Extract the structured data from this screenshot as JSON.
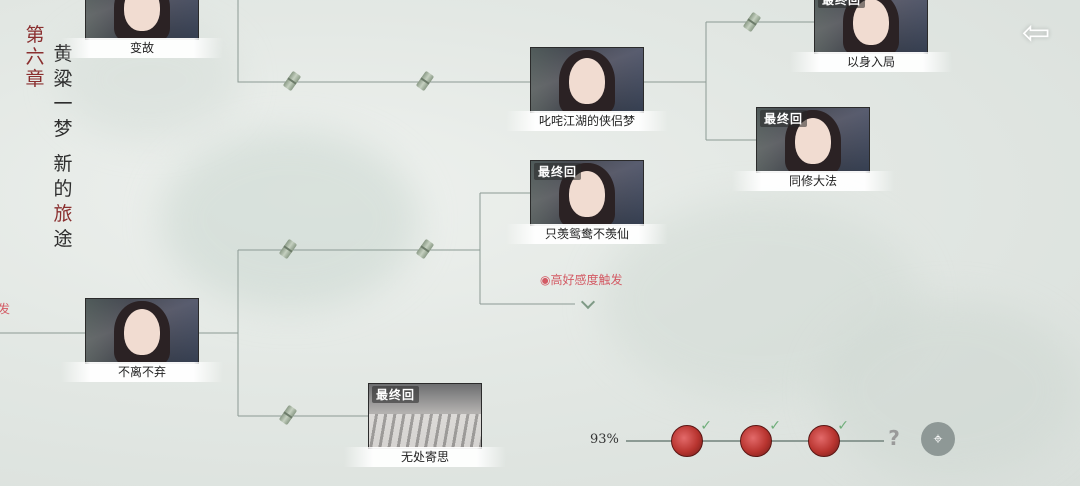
{
  "chapter": {
    "number": "第六章",
    "title": "黄粱一梦",
    "subtitle": "新的旅途"
  },
  "back_icon": "back-arrow-icon",
  "nodes": [
    {
      "id": "biangu",
      "label": "变故",
      "badge": ""
    },
    {
      "id": "chizha",
      "label": "叱咤江湖的侠侣梦",
      "badge": ""
    },
    {
      "id": "yishen",
      "label": "以身入局",
      "badge": "最终回"
    },
    {
      "id": "tongxiu",
      "label": "同修大法",
      "badge": "最终回"
    },
    {
      "id": "zhixian",
      "label": "只羡鸳鸯不羡仙",
      "badge": "最终回"
    },
    {
      "id": "buli",
      "label": "不离不弃",
      "badge": ""
    },
    {
      "id": "wuchu",
      "label": "无处寄思",
      "badge": "最终回"
    }
  ],
  "trigger_text": "◉高好感度触发",
  "edge_text": "发",
  "progress": {
    "percent_label": "93%",
    "orbs": [
      {
        "collected": true,
        "check": "✓"
      },
      {
        "collected": true,
        "check": "✓"
      },
      {
        "collected": true,
        "check": "✓"
      }
    ],
    "unknown_label": "?",
    "map_icon": "map-pin-icon"
  },
  "colors": {
    "accent_red": "#8a2f2f",
    "trigger_pink": "#d35a64",
    "line": "#8c9a94"
  }
}
